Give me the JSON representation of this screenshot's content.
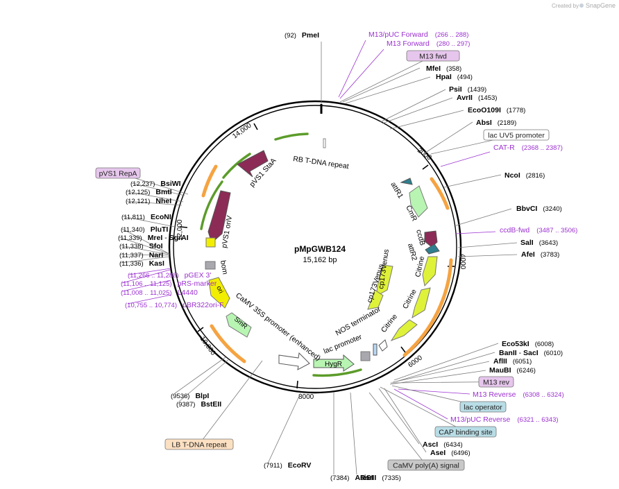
{
  "watermark": {
    "text": "Created by",
    "brand": "SnapGene"
  },
  "plasmid": {
    "name": "pMpGWB124",
    "length": "15,162 bp"
  },
  "ticks": [
    "2000",
    "4000",
    "6000",
    "8000",
    "10,000",
    "12,000",
    "14,000"
  ],
  "enzymes": [
    {
      "pos": "(92)",
      "name": "PmeI"
    },
    {
      "name": "MfeI",
      "pos": "(358)"
    },
    {
      "name": "HpaI",
      "pos": "(494)"
    },
    {
      "name": "PsiI",
      "pos": "(1439)"
    },
    {
      "name": "AvrII",
      "pos": "(1453)"
    },
    {
      "name": "EcoO109I",
      "pos": "(1778)"
    },
    {
      "name": "AbsI",
      "pos": "(2189)"
    },
    {
      "name": "NcoI",
      "pos": "(2816)"
    },
    {
      "name": "BbvCI",
      "pos": "(3240)"
    },
    {
      "name": "SalI",
      "pos": "(3643)"
    },
    {
      "name": "AfeI",
      "pos": "(3783)"
    },
    {
      "name": "Eco53kI",
      "pos": "(6008)"
    },
    {
      "name": "BanII",
      "sep": " - ",
      "name2": "SacI",
      "pos": "(6010)"
    },
    {
      "name": "AflII",
      "pos": "(6051)"
    },
    {
      "name": "MauBI",
      "pos": "(6246)"
    },
    {
      "name": "AscI",
      "pos": "(6434)"
    },
    {
      "name": "AseI",
      "pos": "(6496)"
    },
    {
      "name": "RsrII",
      "pos": "(7335)"
    },
    {
      "pos": "(7384)",
      "name": "AsiSI"
    },
    {
      "pos": "(7911)",
      "name": "EcoRV"
    },
    {
      "pos": "(9387)",
      "name": "BstEII"
    },
    {
      "pos": "(9536)",
      "name": "BlpI"
    },
    {
      "pos": "(10,755 .. 10,774)",
      "name": "pBR322ori-F"
    },
    {
      "pos": "(11,008 .. 11,025)",
      "name": "L4440"
    },
    {
      "pos": "(11,106 .. 11,125)",
      "name": "pRS-marker"
    },
    {
      "pos": "(11,266 .. 11,288)",
      "name": "pGEX 3'"
    },
    {
      "pos": "(11,336)",
      "name": "KasI"
    },
    {
      "pos": "(11,337)",
      "name": "NarI"
    },
    {
      "pos": "(11,338)",
      "name": "SfoI"
    },
    {
      "pos": "(11,339)",
      "name": "MreI",
      "sep": " - ",
      "name2": "SgrAI"
    },
    {
      "pos": "(11,340)",
      "name": "PluTI"
    },
    {
      "pos": "(11,811)",
      "name": "EcoNI"
    },
    {
      "pos": "(12,121)",
      "name": "NheI"
    },
    {
      "pos": "(12,125)",
      "name": "BmtI"
    },
    {
      "pos": "(12,237)",
      "name": "BsiWI"
    }
  ],
  "primers": [
    {
      "name": "M13/pUC Forward",
      "pos": "(266 .. 288)"
    },
    {
      "name": "M13 Forward",
      "pos": "(280 .. 297)"
    },
    {
      "name": "CAT-R",
      "pos": "(2368 .. 2387)"
    },
    {
      "name": "ccdB-fwd",
      "pos": "(3487 .. 3506)"
    },
    {
      "name": "M13 Reverse",
      "pos": "(6308 .. 6324)"
    },
    {
      "name": "M13/pUC Reverse",
      "pos": "(6321 .. 6343)"
    }
  ],
  "boxed_features": [
    {
      "name": "M13 fwd"
    },
    {
      "name": "lac UV5 promoter"
    },
    {
      "name": "pVS1 RepA"
    },
    {
      "name": "M13 rev"
    },
    {
      "name": "lac operator"
    },
    {
      "name": "CAP binding site"
    },
    {
      "name": "CaMV poly(A) signal"
    },
    {
      "name": "LB T-DNA repeat"
    }
  ],
  "inner_labels": [
    "RB T-DNA repeat",
    "pVS1 StaA",
    "pVS1 oriV",
    "bom",
    "ori",
    "SmR",
    "CaMV 35S promoter (enhanced)",
    "HygR",
    "lac promoter",
    "NOS terminator",
    "Citrine",
    "Citrine",
    "Citrine",
    "cp173Venus",
    "cp173Venus",
    "attR1",
    "CmR",
    "ccdB",
    "attR2"
  ],
  "colors": {
    "enzyme": "#000000",
    "primer": "#9b30d0",
    "feature_purple": "#e6c6ec",
    "feature_orange": "#f5a341",
    "feature_lime": "#dff23a",
    "feature_green": "#b8f5b3",
    "feature_maroon": "#8c2b56",
    "feature_teal": "#2f7f8f",
    "feature_gray": "#a8a8ae",
    "feature_yellow": "#f2ee00",
    "backbone": "#000000"
  }
}
